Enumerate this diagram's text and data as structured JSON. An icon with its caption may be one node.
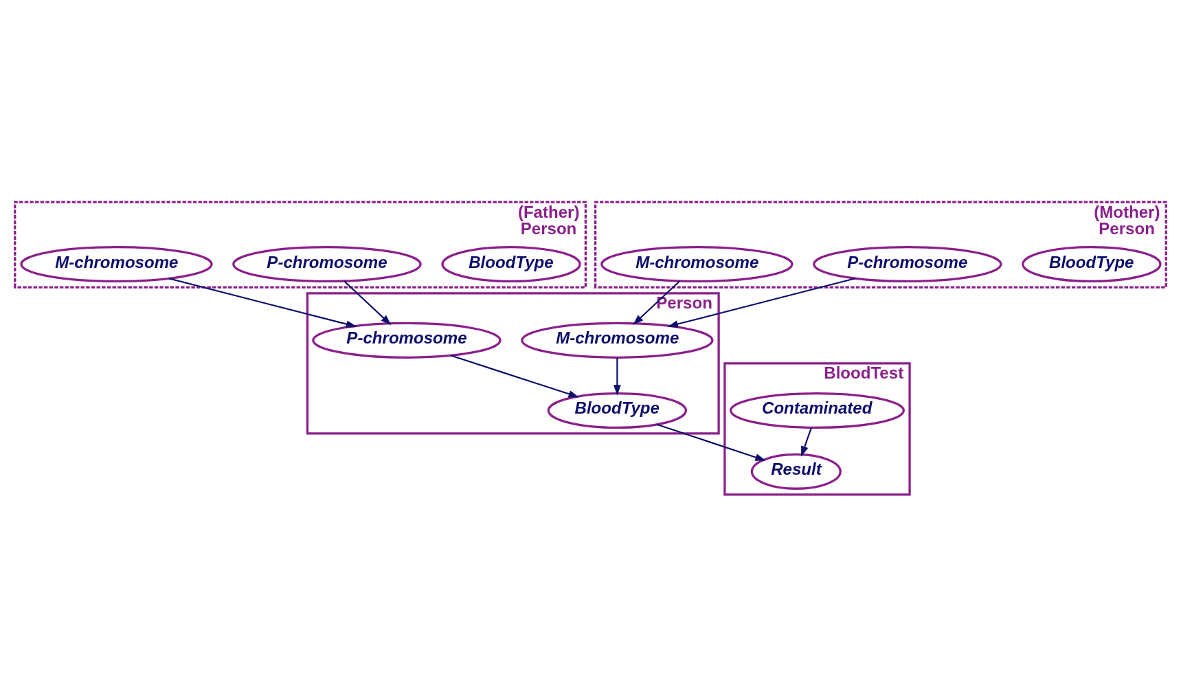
{
  "diagram": {
    "nodes": [
      {
        "text": [
          "(Father)",
          "Person"
        ]
      },
      {
        "text": [
          "BloodType"
        ],
        "in": 0
      },
      {
        "text": [
          "P-chromosome"
        ],
        "in": 0
      },
      {
        "text": [
          "M-chromosome"
        ],
        "in": 0
      },
      {
        "text": [
          "(Mother)",
          "Person"
        ]
      },
      {
        "text": [
          "BloodType"
        ],
        "in": 4
      },
      {
        "text": [
          "P-chromosome"
        ],
        "in": 4
      },
      {
        "text": [
          "M-chromosome"
        ],
        "in": 4
      },
      {
        "text": [
          "Person"
        ]
      },
      {
        "text": [
          "P-chromosome"
        ],
        "in": 8
      },
      {
        "text": [
          "M-chromosome"
        ],
        "in": 8
      },
      {
        "text": [
          "BloodType"
        ],
        "in": 8
      },
      {
        "text": [
          "BloodTest"
        ]
      },
      {
        "text": [
          "Contaminated"
        ],
        "in": 12
      },
      {
        "text": [
          "Result"
        ],
        "in": 12
      }
    ],
    "edges": [
      {
        "from": 2,
        "to": 9,
        "arrow": "to"
      },
      {
        "from": 3,
        "to": 9,
        "arrow": "to"
      },
      {
        "from": 6,
        "to": 10,
        "arrow": "to"
      },
      {
        "from": 7,
        "to": 10,
        "arrow": "to"
      },
      {
        "from": 9,
        "to": 11,
        "arrow": "to"
      },
      {
        "from": 10,
        "to": 11,
        "arrow": "to"
      },
      {
        "from": 11,
        "to": 14,
        "arrow": "to"
      },
      {
        "from": 13,
        "to": 14,
        "arrow": "to"
      }
    ]
  }
}
